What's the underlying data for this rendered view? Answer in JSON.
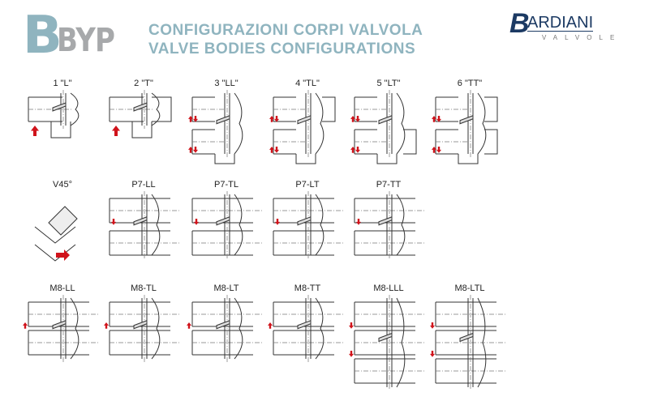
{
  "header": {
    "logo_letter": "B",
    "logo_suffix": "BYP",
    "title_it": "CONFIGURAZIONI CORPI VALVOLA",
    "title_en": "VALVE BODIES CONFIGURATIONS"
  },
  "brand": {
    "initial": "B",
    "name": "ARDIANI",
    "subtitle": "VALVOLE"
  },
  "colors": {
    "accent": "#8fb4bf",
    "arrow": "#d0131b",
    "brand": "#1c3a63"
  },
  "rows": [
    {
      "items": [
        {
          "label": "1 \"L\"",
          "kind": "L"
        },
        {
          "label": "2 \"T\"",
          "kind": "T"
        },
        {
          "label": "3 \"LL\"",
          "kind": "LL"
        },
        {
          "label": "4 \"TL\"",
          "kind": "TL"
        },
        {
          "label": "5 \"LT\"",
          "kind": "LT"
        },
        {
          "label": "6 \"TT\"",
          "kind": "TT"
        }
      ]
    },
    {
      "items": [
        {
          "label": "V45°",
          "kind": "V45"
        },
        {
          "label": "P7-LL",
          "kind": "P7"
        },
        {
          "label": "P7-TL",
          "kind": "P7"
        },
        {
          "label": "P7-LT",
          "kind": "P7"
        },
        {
          "label": "P7-TT",
          "kind": "P7"
        }
      ]
    },
    {
      "items": [
        {
          "label": "M8-LL",
          "kind": "M8"
        },
        {
          "label": "M8-TL",
          "kind": "M8"
        },
        {
          "label": "M8-LT",
          "kind": "M8"
        },
        {
          "label": "M8-TT",
          "kind": "M8"
        },
        {
          "label": "M8-LLL",
          "kind": "M8L"
        },
        {
          "label": "M8-LTL",
          "kind": "M8L"
        }
      ]
    }
  ]
}
